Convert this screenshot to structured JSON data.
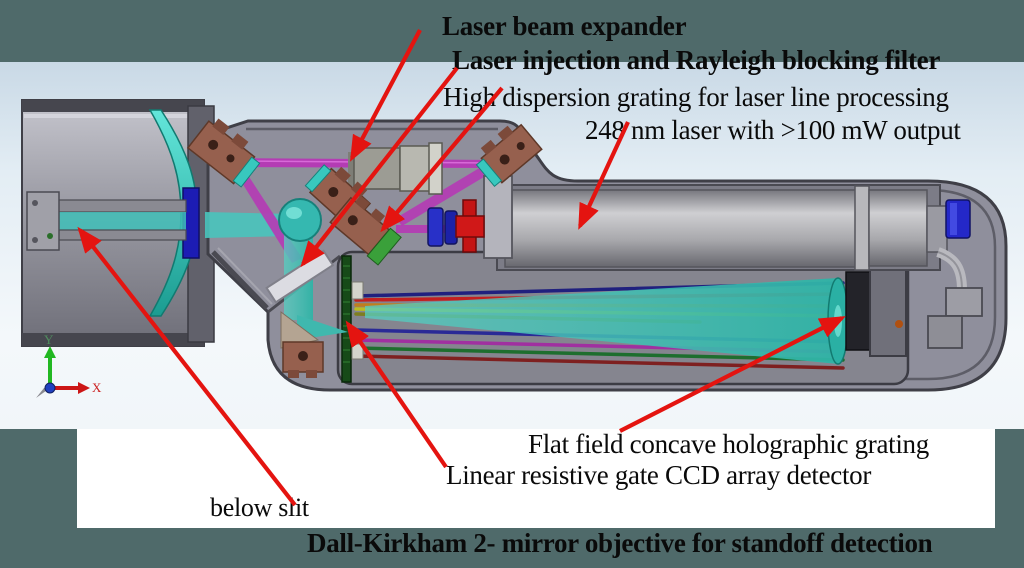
{
  "slide": {
    "labels": {
      "laser_beam_expander": "Laser beam expander",
      "laser_injection": "Laser injection and Rayleigh blocking filter",
      "high_dispersion": "High dispersion grating for laser line processing",
      "laser_248": "248 nm laser with >100 mW output",
      "flat_field": "Flat field concave holographic grating",
      "linear_ccd": "Linear resistive gate CCD array detector",
      "below_slit": "below slit",
      "dall_kirkham": "Dall-Kirkham 2- mirror objective for standoff detection"
    },
    "axis_triad": {
      "x_label": "X",
      "y_label": "Y"
    },
    "colors": {
      "slide_background": "#4f6a6a",
      "canvas_top": "#c9d9e6",
      "canvas_bottom": "#f4f8fb",
      "label_panel": "#ffffff",
      "annotation_arrow": "#e41410",
      "housing_gray": "#8f8f9c",
      "optic_teal": "#3fc4ba",
      "beam_magenta": "#b43cb4",
      "mount_brown": "#96604e",
      "filter_green": "#3aa03a",
      "component_blue": "#2428c8",
      "component_red": "#c41414",
      "text_color": "#0a0a0a"
    }
  }
}
